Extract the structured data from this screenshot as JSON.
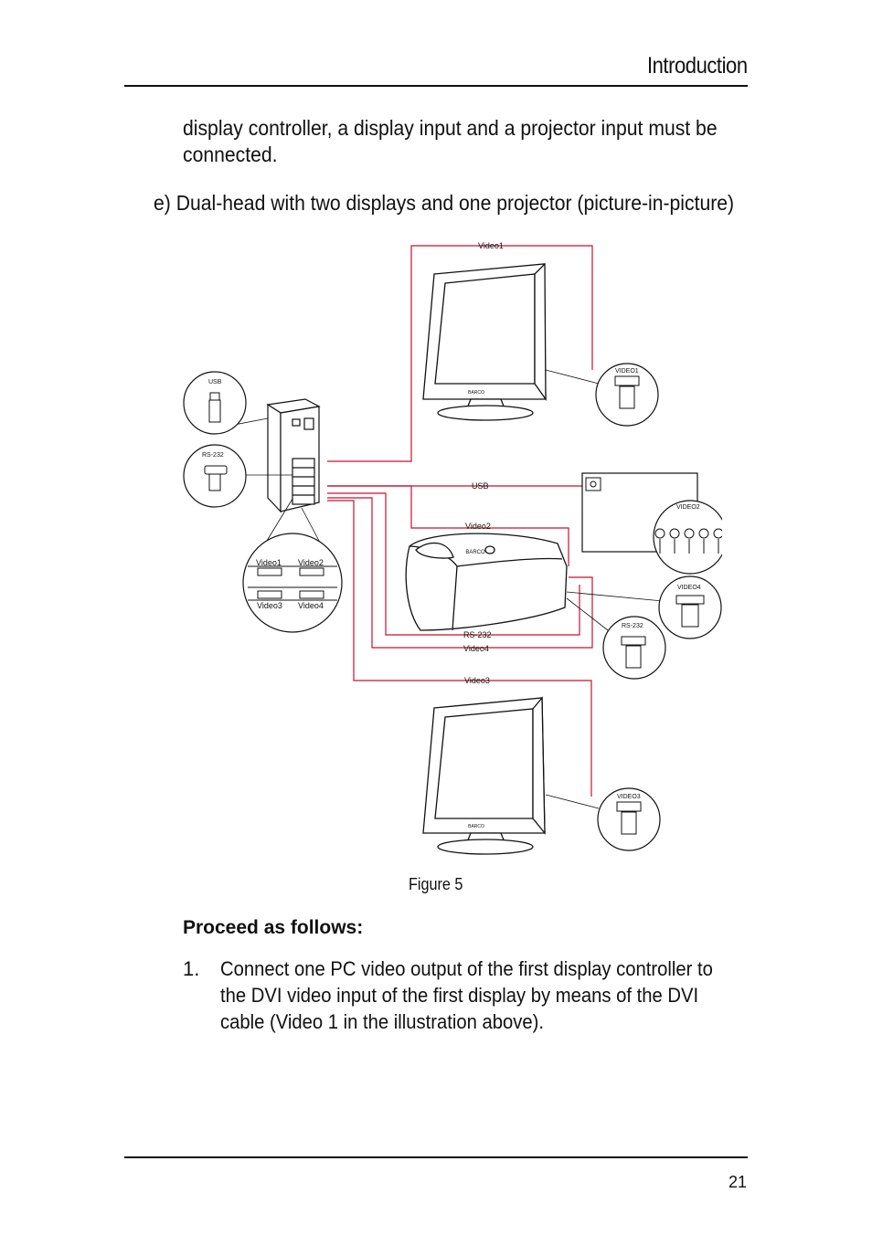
{
  "header": {
    "title": "Introduction"
  },
  "body": {
    "continuation": "display controller, a display input and a projector input must be connected.",
    "section_heading": "e) Dual-head with two displays and one projector (picture-in-picture)"
  },
  "figure": {
    "caption": "Figure 5",
    "labels": {
      "video1": "Video1",
      "video2": "Video2",
      "video3": "Video3",
      "video4": "Video4",
      "usb_cable": "USB",
      "rs232_cable": "RS-232",
      "usb_callout": "USB",
      "rs232_callout": "RS-232",
      "pc_video1": "Video1",
      "pc_video2": "Video2",
      "pc_video3": "Video3",
      "pc_video4": "Video4",
      "conn_video1": "VIDEO1",
      "conn_video2": "VIDEO2",
      "conn_video3": "VIDEO3",
      "conn_video4": "VIDEO4",
      "conn_rs232": "RS-232"
    },
    "cable_color": "#c8102e"
  },
  "instructions": {
    "heading": "Proceed as follows:",
    "steps": [
      {
        "num": "1.",
        "text": "Connect one PC video output of the first display controller to the DVI video input of the first display by means of the DVI cable (Video 1 in the illustration above)."
      }
    ]
  },
  "footer": {
    "page": "21"
  }
}
